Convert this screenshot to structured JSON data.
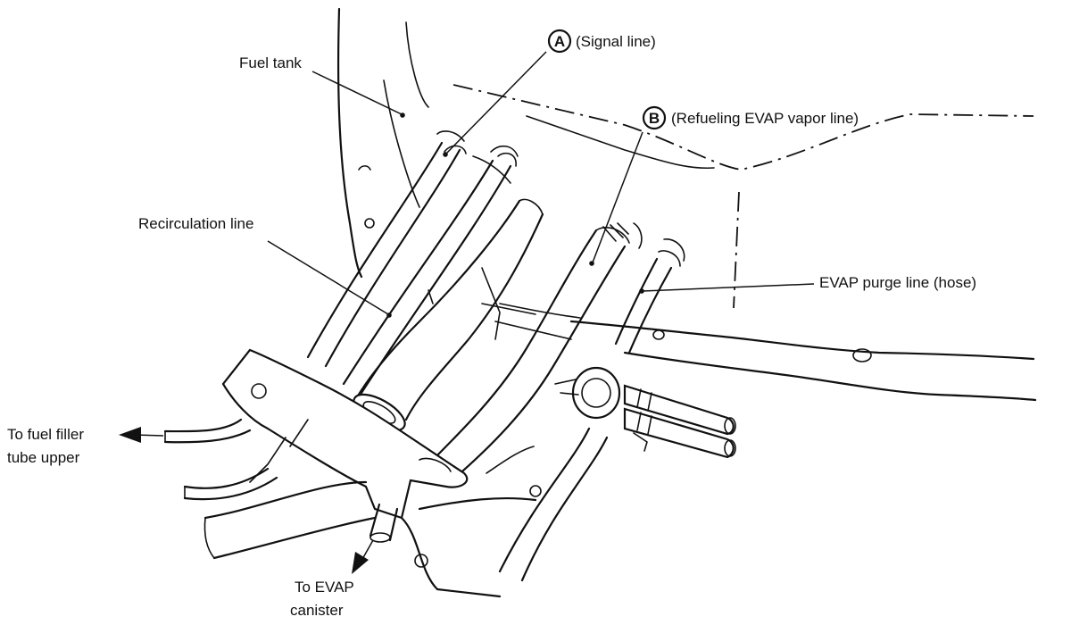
{
  "labels": {
    "fuel_tank": "Fuel tank",
    "signal_line": "(Signal line)",
    "signal_marker": "A",
    "refueling_line": "(Refueling EVAP vapor line)",
    "refueling_marker": "B",
    "recirculation_line": "Recirculation line",
    "evap_purge_line": "EVAP purge line (hose)",
    "fuel_filler_line1": "To fuel filler",
    "fuel_filler_line2": "tube upper",
    "evap_canister_line1": "To EVAP",
    "evap_canister_line2": "canister"
  }
}
